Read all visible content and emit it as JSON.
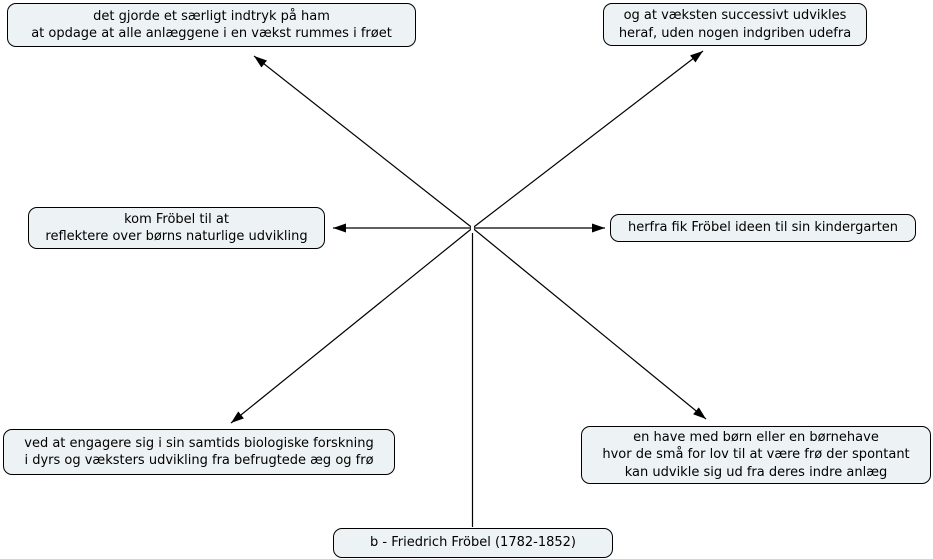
{
  "colors": {
    "background": "#ffffff",
    "node_fill": "#edf3f4",
    "node_border": "#000000",
    "edge": "#000000"
  },
  "nodes": {
    "seed_impression": {
      "text": "det gjorde et særligt indtryk på ham\nat opdage at alle anlæggene i en vækst rummes i frøet"
    },
    "growth_unfolds": {
      "text": "og at væksten successivt udvikles\nheraf, uden nogen indgriben udefra"
    },
    "reflect_children": {
      "text": "kom Fröbel til at\nreflektere over børns naturlige udvikling"
    },
    "kindergarten_idea": {
      "text": "herfra fik Fröbel ideen til sin kindergarten"
    },
    "biology_research": {
      "text": "ved at engagere sig i sin samtids biologiske forskning\ni dyrs og væksters udvikling fra befrugtede æg og frø"
    },
    "children_garden": {
      "text": "en have med børn eller en børnehave\nhvor de små for lov til at være frø der spontant\nkan udvikle sig ud fra deres indre anlæg"
    },
    "froebel": {
      "text": "b - Friedrich Fröbel (1782-1852)"
    }
  }
}
